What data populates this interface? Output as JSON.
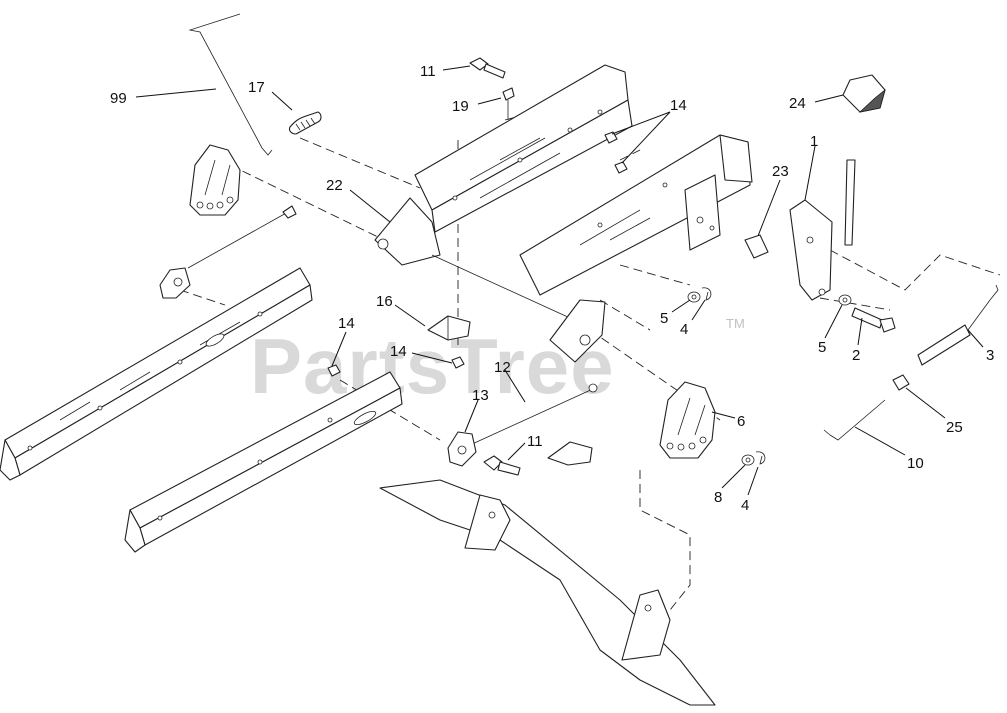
{
  "watermark": {
    "text": "PartsTree",
    "trademark": "TM"
  },
  "callouts": [
    {
      "id": "99",
      "label": "99"
    },
    {
      "id": "17",
      "label": "17"
    },
    {
      "id": "11a",
      "label": "11"
    },
    {
      "id": "19",
      "label": "19"
    },
    {
      "id": "14a",
      "label": "14"
    },
    {
      "id": "24",
      "label": "24"
    },
    {
      "id": "1",
      "label": "1"
    },
    {
      "id": "23",
      "label": "23"
    },
    {
      "id": "22",
      "label": "22"
    },
    {
      "id": "16",
      "label": "16"
    },
    {
      "id": "14b",
      "label": "14"
    },
    {
      "id": "14c",
      "label": "14"
    },
    {
      "id": "5a",
      "label": "5"
    },
    {
      "id": "4a",
      "label": "4"
    },
    {
      "id": "5b",
      "label": "5"
    },
    {
      "id": "2",
      "label": "2"
    },
    {
      "id": "3",
      "label": "3"
    },
    {
      "id": "12",
      "label": "12"
    },
    {
      "id": "13",
      "label": "13"
    },
    {
      "id": "11b",
      "label": "11"
    },
    {
      "id": "6",
      "label": "6"
    },
    {
      "id": "25",
      "label": "25"
    },
    {
      "id": "10",
      "label": "10"
    },
    {
      "id": "8",
      "label": "8"
    },
    {
      "id": "4b",
      "label": "4"
    }
  ]
}
